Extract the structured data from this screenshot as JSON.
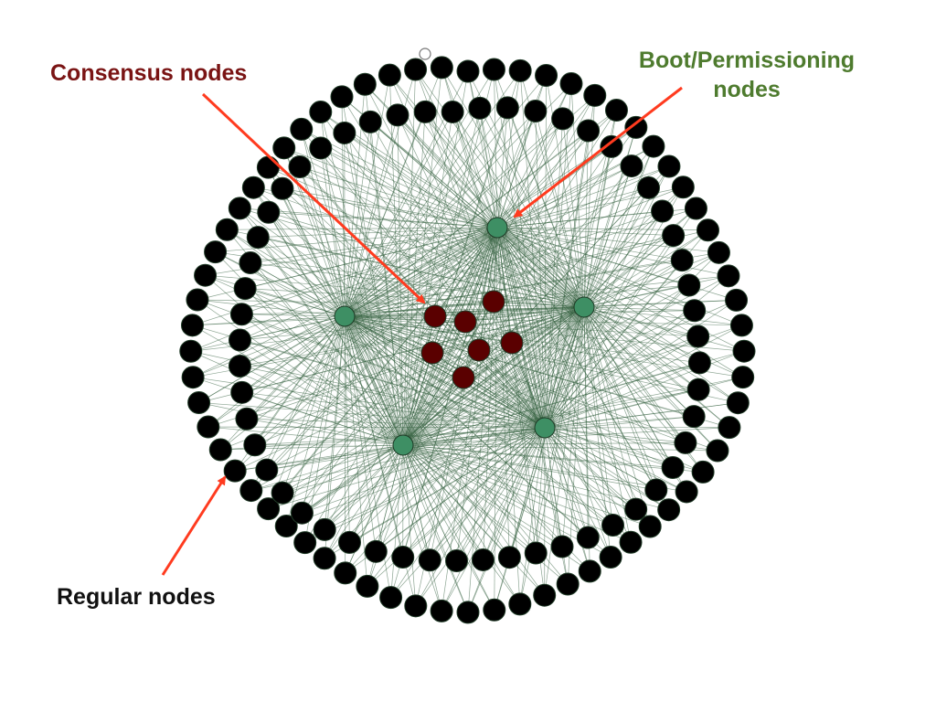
{
  "labels": {
    "consensus": "Consensus nodes",
    "boot_line1": "Boot/Permissioning",
    "boot_line2": "nodes",
    "regular": "Regular nodes"
  },
  "colors": {
    "consensus": "#7a1414",
    "boot": "#4e7b2e",
    "regular_text": "#111111",
    "regular_node": "#000000",
    "boot_node": "#3e8f64",
    "consensus_node": "#5a0000",
    "edge": "#2f5d3a",
    "arrow": "#ff3b1f"
  },
  "nodes": {
    "regular_count": 120,
    "boot_count": 5,
    "consensus_count": 7
  },
  "icons": {
    "consensus_arrow": "arrow-icon",
    "boot_arrow": "arrow-icon",
    "regular_arrow": "arrow-icon"
  }
}
